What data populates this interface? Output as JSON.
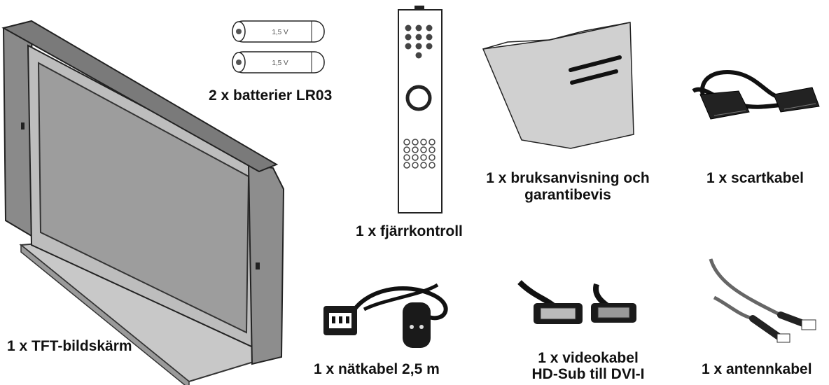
{
  "labels": {
    "tv": "1 x TFT-bildskärm",
    "batteries": "2 x batterier LR03",
    "remote": "1 x fjärrkontroll",
    "manual_line1": "1 x bruksanvisning och",
    "manual_line2": "garantibevis",
    "scart": "1 x scartkabel",
    "power": "1 x nätkabel 2,5 m",
    "video_line1": "1 x videokabel",
    "video_line2": "HD-Sub till DVI-I",
    "antenna": "1 x antennkabel"
  },
  "battery_voltage": "1,5 V",
  "icons": {
    "tv": "tft-monitor-icon",
    "batteries": "battery-icon",
    "remote": "remote-control-icon",
    "manual": "manual-booklet-icon",
    "scart": "scart-cable-icon",
    "power": "power-cable-icon",
    "video": "vga-dvi-cable-icon",
    "antenna": "antenna-cable-icon"
  }
}
